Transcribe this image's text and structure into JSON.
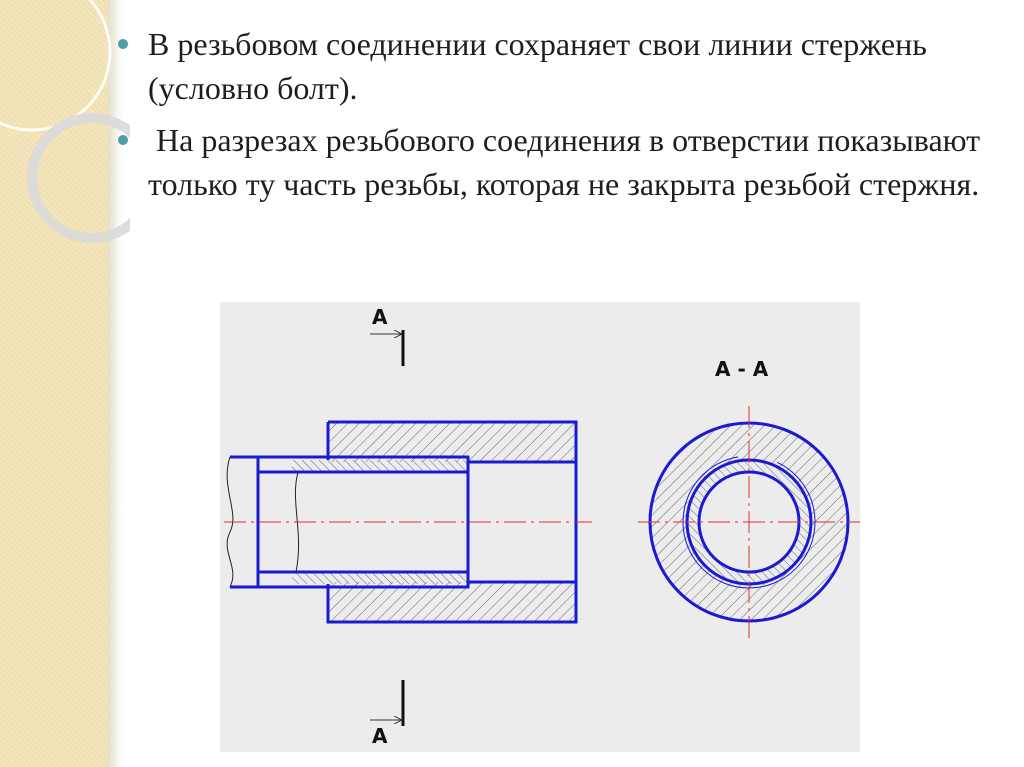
{
  "bullets": [
    {
      "text": "В резьбовом соединении сохраняет свои линии стержень (условно болт)."
    },
    {
      "text": " На разрезах резьбового соединения в отверстии показывают только ту часть резьбы, которая не закрыта резьбой стержня."
    }
  ],
  "figure": {
    "cut_label_top": "А",
    "cut_label_bottom": "А",
    "section_label": "А - А"
  },
  "colors": {
    "contour": "#1a1ad0",
    "hatch": "#666666",
    "axis": "#e03030",
    "bullet": "#4b9fa8",
    "side_band": "#f3e6bd"
  }
}
